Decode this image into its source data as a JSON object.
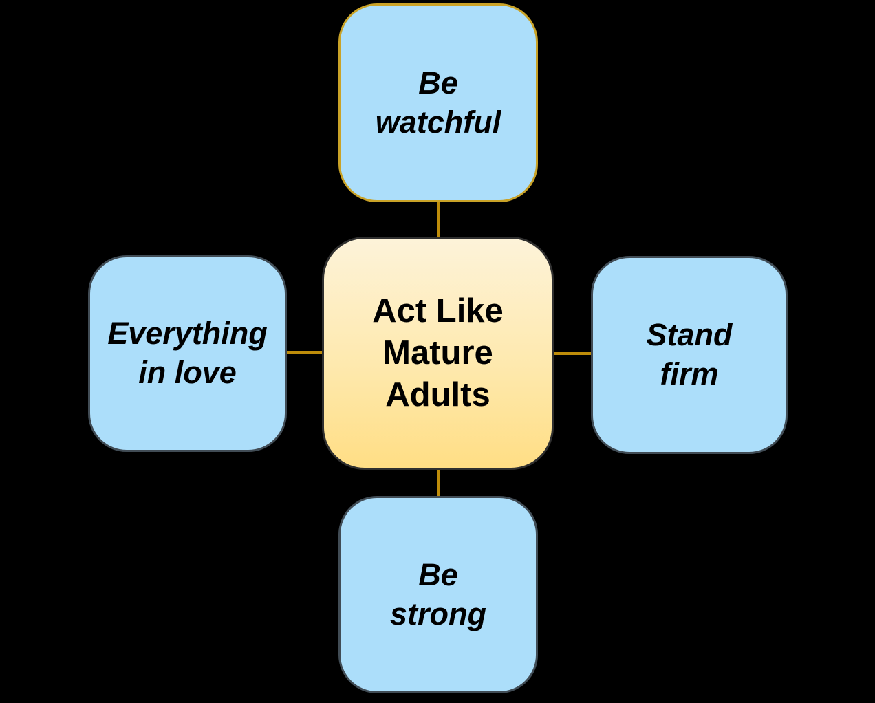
{
  "diagram": {
    "background_color": "#000000",
    "connector_color": "#BE8C0A",
    "center_node": {
      "lines": [
        "Act Like",
        "Mature",
        "Adults"
      ],
      "fill_top": "#FDF3D9",
      "fill_bottom": "#FFDE85",
      "border_color": "#2F2F2F",
      "text_color": "#000000"
    },
    "nodes": [
      {
        "id": "be-watchful",
        "position": "top",
        "lines": [
          "Be",
          "watchful"
        ],
        "fill": "#ACDEFA",
        "border_color": "#C9A227",
        "text_color": "#000000"
      },
      {
        "id": "stand-firm",
        "position": "right",
        "lines": [
          "Stand",
          "firm"
        ],
        "fill": "#ACDEFA",
        "border_color": "#414C55",
        "text_color": "#000000"
      },
      {
        "id": "be-strong",
        "position": "bottom",
        "lines": [
          "Be",
          "strong"
        ],
        "fill": "#ACDEFA",
        "border_color": "#414C55",
        "text_color": "#000000"
      },
      {
        "id": "everything-in-love",
        "position": "left",
        "lines": [
          "Everything",
          "in love"
        ],
        "fill": "#ACDEFA",
        "border_color": "#414C55",
        "text_color": "#000000"
      }
    ]
  }
}
